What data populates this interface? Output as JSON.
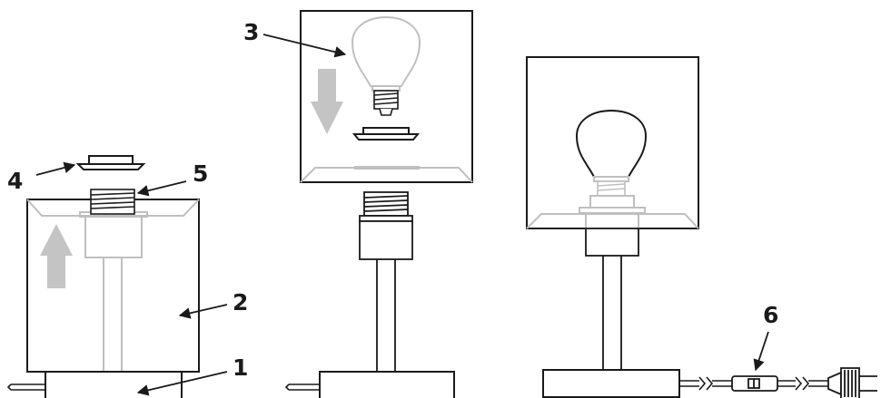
{
  "diagram": {
    "callouts": [
      {
        "id": "base",
        "label": "1"
      },
      {
        "id": "shade",
        "label": "2"
      },
      {
        "id": "bulb",
        "label": "3"
      },
      {
        "id": "shade-ring",
        "label": "4"
      },
      {
        "id": "socket-thread",
        "label": "5"
      },
      {
        "id": "cord-switch",
        "label": "6"
      }
    ],
    "steps": [
      {
        "id": "step-1",
        "action": "place-shade-up"
      },
      {
        "id": "step-2",
        "action": "insert-bulb-down"
      },
      {
        "id": "step-3",
        "action": "assembled-lamp"
      }
    ],
    "colors": {
      "line": "#1a1a1a",
      "faded_line": "#bfbfbf",
      "arrow_fill": "#c4c4c4",
      "background": "#ffffff"
    }
  }
}
